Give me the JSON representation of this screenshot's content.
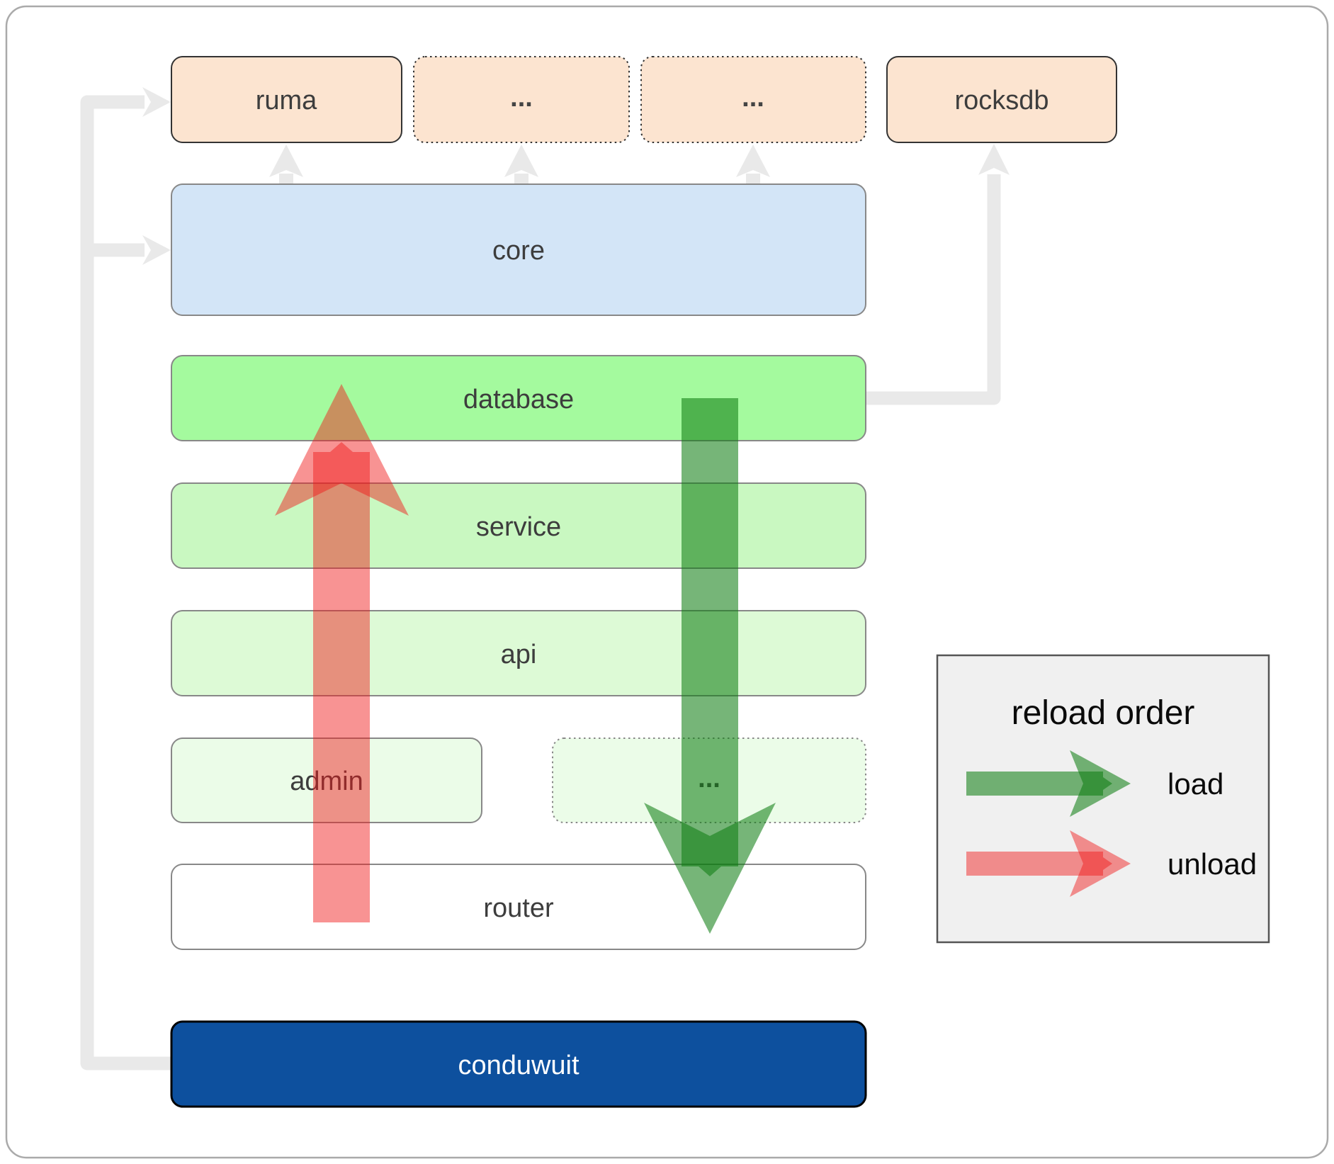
{
  "diagram": {
    "top_row": {
      "ruma_label": "ruma",
      "crates_more_1_label": "...",
      "crates_more_2_label": "...",
      "rocksdb_label": "rocksdb"
    },
    "layers": {
      "core_label": "core",
      "database_label": "database",
      "service_label": "service",
      "api_label": "api",
      "admin_label": "admin",
      "admin_more_label": "...",
      "router_label": "router",
      "conduwuit_label": "conduwuit"
    },
    "legend": {
      "title": "reload order",
      "load_label": "load",
      "unload_label": "unload"
    },
    "colors": {
      "peach": "#fce4d0",
      "core_blue": "#d3e5f7",
      "database_green": "#a4fa9e",
      "service_green": "#c9f8c1",
      "api_green": "#ddfad6",
      "admin_green": "#ebfce8",
      "router_white": "#ffffff",
      "conduwuit_blue": "#0d509e",
      "load_arrow_green": "#0e7d12",
      "unload_arrow_red": "#f01919",
      "connector_gray": "#e9e9e9",
      "legend_bg": "#f0f0f0"
    }
  }
}
